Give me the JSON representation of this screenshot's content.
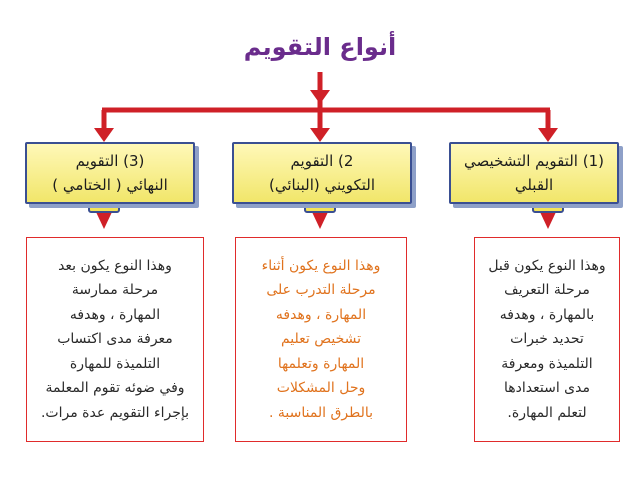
{
  "title": "أنواع التقويم",
  "colors": {
    "title": "#6a2c8c",
    "arrow": "#cf2027",
    "box_fill": "#f4e458",
    "box_border": "#3a4f92",
    "desc_border": "#e02b2b",
    "middle_text": "#e0731e"
  },
  "types": [
    {
      "line1": "(1) التقويم التشخيصي",
      "line2": "القبلي",
      "desc": [
        "وهذا النوع يكون قبل",
        "مرحلة التعريف",
        "بالمهارة ، وهدفه",
        "تحديد خبرات",
        "التلميذة ومعرفة",
        "مدى استعدادها",
        "لتعلم المهارة."
      ]
    },
    {
      "line1": "2) التقويم",
      "line2": "التكويني (البنائي)",
      "desc": [
        "وهذا النوع يكون أثناء",
        "مرحلة التدرب على",
        "المهارة ، وهدفه",
        "تشخيص تعليم",
        "المهارة وتعلمها",
        "وحل المشكلات",
        "بالطرق المناسبة ."
      ]
    },
    {
      "line1": "(3) التقويم",
      "line2": "النهائي ( الختامي )",
      "desc": [
        "وهذا النوع يكون بعد",
        "مرحلة ممارسة",
        "المهارة ، وهدفه",
        "معرفة مدى اكتساب",
        "التلميذة للمهارة",
        "وفي ضوئه تقوم المعلمة",
        "بإجراء التقويم عدة مرات."
      ]
    }
  ]
}
